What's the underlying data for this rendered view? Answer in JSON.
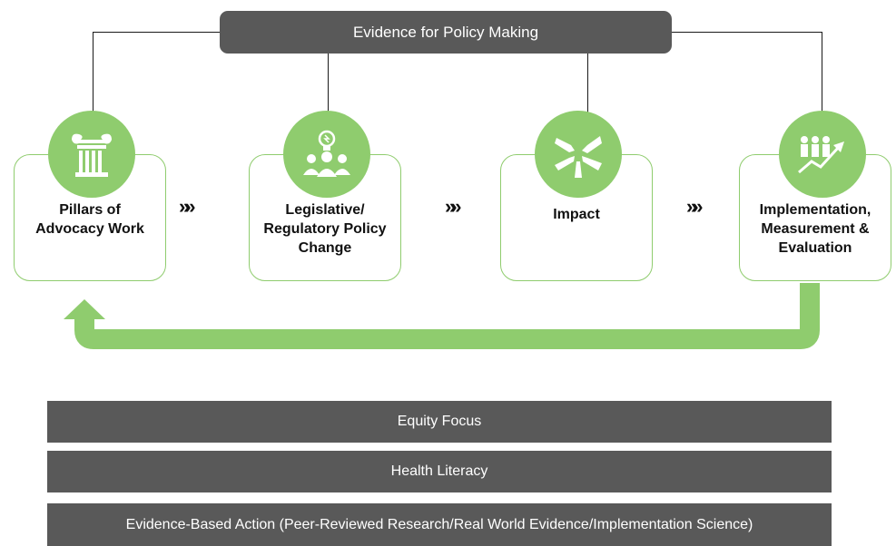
{
  "header": {
    "title": "Evidence for Policy Making"
  },
  "steps": [
    {
      "label_lines": [
        "Pillars of",
        "Advocacy Work"
      ],
      "icon": "pillar-icon"
    },
    {
      "label_lines": [
        "Legislative/",
        "Regulatory Policy",
        "Change"
      ],
      "icon": "lightbulb-group-icon"
    },
    {
      "label_lines": [
        "Impact"
      ],
      "icon": "joined-hands-icon"
    },
    {
      "label_lines": [
        "Implementation,",
        "Measurement &",
        "Evaluation"
      ],
      "icon": "people-growth-chart-icon"
    }
  ],
  "arrow_glyph": "»»",
  "bands": [
    "Equity Focus",
    "Health Literacy",
    "Evidence-Based Action (Peer-Reviewed Research/Real World Evidence/Implementation Science)"
  ],
  "colors": {
    "accent_green": "#8fcc6e",
    "dark_gray": "#595959"
  }
}
